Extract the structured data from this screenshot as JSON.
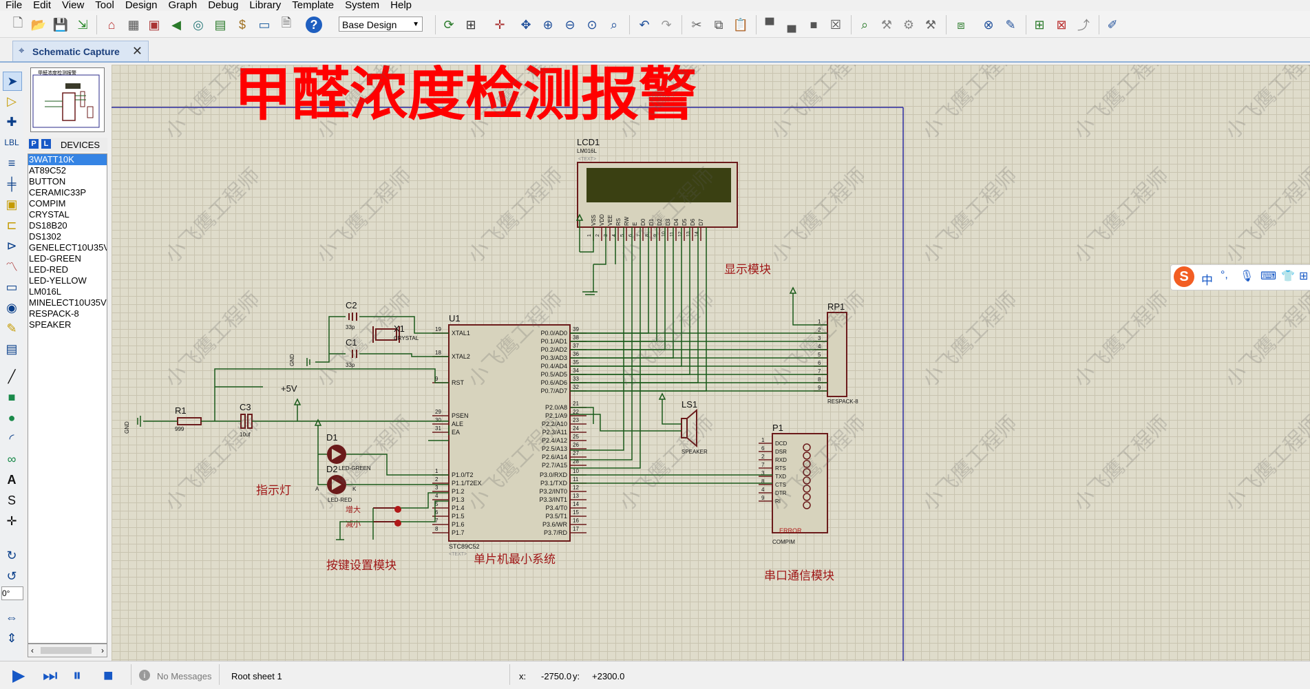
{
  "menu": [
    "File",
    "Edit",
    "View",
    "Tool",
    "Design",
    "Graph",
    "Debug",
    "Library",
    "Template",
    "System",
    "Help"
  ],
  "toolbar": {
    "design_combo": "Base Design"
  },
  "tab": {
    "label": "Schematic Capture",
    "close": "✕"
  },
  "overview_title": "甲醛浓度检测报警",
  "devices": {
    "p_label": "P",
    "l_label": "L",
    "header": "DEVICES",
    "items": [
      "3WATT10K",
      "AT89C52",
      "BUTTON",
      "CERAMIC33P",
      "COMPIM",
      "CRYSTAL",
      "DS18B20",
      "DS1302",
      "GENELECT10U35V",
      "LED-GREEN",
      "LED-RED",
      "LED-YELLOW",
      "LM016L",
      "MINELECT10U35V",
      "RESPACK-8",
      "SPEAKER"
    ],
    "selected": 0
  },
  "angle": "0°",
  "schematic": {
    "title": "甲醛浓度检测报警",
    "watermark": "小飞鹰工程师",
    "labels": {
      "lcd_ref": "LCD1",
      "lcd_part": "LM016L",
      "text_tag": "<TEXT>",
      "display_module": "显示模块",
      "indicator": "指示灯",
      "key_module": "按键设置模块",
      "mcu_module": "单片机最小系统",
      "serial_module": "串口通信模块",
      "u1": "U1",
      "u1_part": "STC89C52",
      "x1": "X1",
      "x1_part": "CRYSTAL",
      "c1": "C1",
      "c2": "C2",
      "c3": "C3",
      "c_val": "33p",
      "c3_val": "10uf",
      "r1": "R1",
      "r1_val": "999",
      "gnd": "GND",
      "vcc": "+5V",
      "d1": "D1",
      "d1_part": "LED-GREEN",
      "d2": "D2",
      "d2_part": "LED-RED",
      "k_inc": "增大",
      "k_dec": "减小",
      "a": "A",
      "k": "K",
      "rp1": "RP1",
      "rp1_part": "RESPACK-8",
      "ls1": "LS1",
      "ls1_part": "SPEAKER",
      "p1": "P1",
      "p1_part": "COMPIM",
      "error": "ERROR"
    },
    "lcd_pins": [
      "VSS",
      "VDD",
      "VEE",
      "RS",
      "RW",
      "E",
      "D0",
      "D1",
      "D2",
      "D3",
      "D4",
      "D5",
      "D6",
      "D7"
    ],
    "lcd_pin_nums": [
      "1",
      "2",
      "3",
      "4",
      "5",
      "6",
      "7",
      "8",
      "9",
      "10",
      "11",
      "12",
      "13",
      "14"
    ],
    "u1_left": [
      {
        "n": "19",
        "t": "XTAL1"
      },
      {
        "n": "18",
        "t": "XTAL2"
      },
      {
        "n": "9",
        "t": "RST"
      },
      {
        "n": "29",
        "t": "PSEN"
      },
      {
        "n": "30",
        "t": "ALE"
      },
      {
        "n": "31",
        "t": "EA"
      },
      {
        "n": "1",
        "t": "P1.0/T2"
      },
      {
        "n": "2",
        "t": "P1.1/T2EX"
      },
      {
        "n": "3",
        "t": "P1.2"
      },
      {
        "n": "4",
        "t": "P1.3"
      },
      {
        "n": "5",
        "t": "P1.4"
      },
      {
        "n": "6",
        "t": "P1.5"
      },
      {
        "n": "7",
        "t": "P1.6"
      },
      {
        "n": "8",
        "t": "P1.7"
      }
    ],
    "u1_right": [
      {
        "n": "39",
        "t": "P0.0/AD0"
      },
      {
        "n": "38",
        "t": "P0.1/AD1"
      },
      {
        "n": "37",
        "t": "P0.2/AD2"
      },
      {
        "n": "36",
        "t": "P0.3/AD3"
      },
      {
        "n": "35",
        "t": "P0.4/AD4"
      },
      {
        "n": "34",
        "t": "P0.5/AD5"
      },
      {
        "n": "33",
        "t": "P0.6/AD6"
      },
      {
        "n": "32",
        "t": "P0.7/AD7"
      },
      {
        "n": "21",
        "t": "P2.0/A8"
      },
      {
        "n": "22",
        "t": "P2.1/A9"
      },
      {
        "n": "23",
        "t": "P2.2/A10"
      },
      {
        "n": "24",
        "t": "P2.3/A11"
      },
      {
        "n": "25",
        "t": "P2.4/A12"
      },
      {
        "n": "26",
        "t": "P2.5/A13"
      },
      {
        "n": "27",
        "t": "P2.6/A14"
      },
      {
        "n": "28",
        "t": "P2.7/A15"
      },
      {
        "n": "10",
        "t": "P3.0/RXD"
      },
      {
        "n": "11",
        "t": "P3.1/TXD"
      },
      {
        "n": "12",
        "t": "P3.2/INT0"
      },
      {
        "n": "13",
        "t": "P3.3/INT1"
      },
      {
        "n": "14",
        "t": "P3.4/T0"
      },
      {
        "n": "15",
        "t": "P3.5/T1"
      },
      {
        "n": "16",
        "t": "P3.6/WR"
      },
      {
        "n": "17",
        "t": "P3.7/RD"
      }
    ],
    "rp_pins": [
      "1",
      "2",
      "3",
      "4",
      "5",
      "6",
      "7",
      "8",
      "9"
    ],
    "p1_pins": [
      {
        "n": "1",
        "t": "DCD"
      },
      {
        "n": "6",
        "t": "DSR"
      },
      {
        "n": "2",
        "t": "RXD"
      },
      {
        "n": "7",
        "t": "RTS"
      },
      {
        "n": "3",
        "t": "TXD"
      },
      {
        "n": "8",
        "t": "CTS"
      },
      {
        "n": "4",
        "t": "DTR"
      },
      {
        "n": "9",
        "t": "RI"
      }
    ]
  },
  "status": {
    "messages": "No Messages",
    "sheet": "Root sheet 1",
    "x_label": "x:",
    "x_value": "-2750.0",
    "y_label": "y:",
    "y_value": "+2300.0"
  },
  "ime": {
    "lang": "中"
  }
}
